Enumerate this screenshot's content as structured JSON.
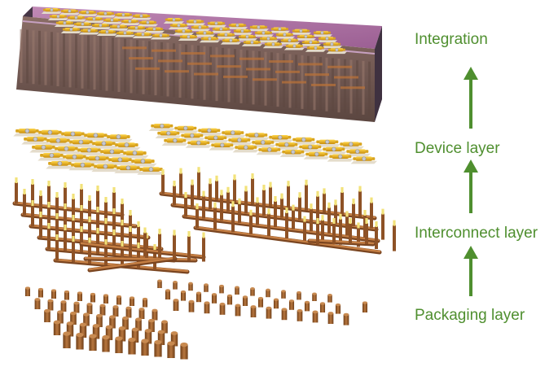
{
  "labels": {
    "integration": "Integration",
    "device": "Device layer",
    "interconnect": "Interconnect layer",
    "packaging": "Packaging layer"
  },
  "colors": {
    "label": "#4f8f2f",
    "arrow": "#4f8f2f",
    "substrate_top": "#a86a9e",
    "substrate_side": "#4e3f50",
    "device_gold": "#e8b21a",
    "device_silver": "#c6c6cc",
    "interconnect_copper": "#b8723a",
    "via_tip": "#f2e27a",
    "packaging_pillar": "#9c5e2a"
  },
  "arrows": [
    {
      "name": "arrow-packaging-to-interconnect"
    },
    {
      "name": "arrow-interconnect-to-device"
    },
    {
      "name": "arrow-device-to-integration"
    }
  ]
}
